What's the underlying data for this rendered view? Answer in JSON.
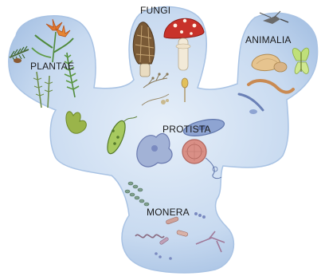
{
  "diagram": {
    "kingdoms": [
      {
        "key": "plantae",
        "label": "PLANTAE"
      },
      {
        "key": "fungi",
        "label": "FUNGI"
      },
      {
        "key": "animalia",
        "label": "ANIMALIA"
      },
      {
        "key": "protista",
        "label": "PROTISTA"
      },
      {
        "key": "monera",
        "label": "MONERA"
      }
    ]
  },
  "colors": {
    "body_fill": "#c8daf0",
    "body_edge": "#a9c3e4",
    "body_highlight": "#e6eff9",
    "leaf_green": "#4f8a3a",
    "mushroom_red": "#c8322a",
    "morel_brown": "#7a5a36",
    "protist_blue": "#8ea4d2",
    "protist_pink": "#d98f86",
    "moth_green": "#bfe07a"
  }
}
